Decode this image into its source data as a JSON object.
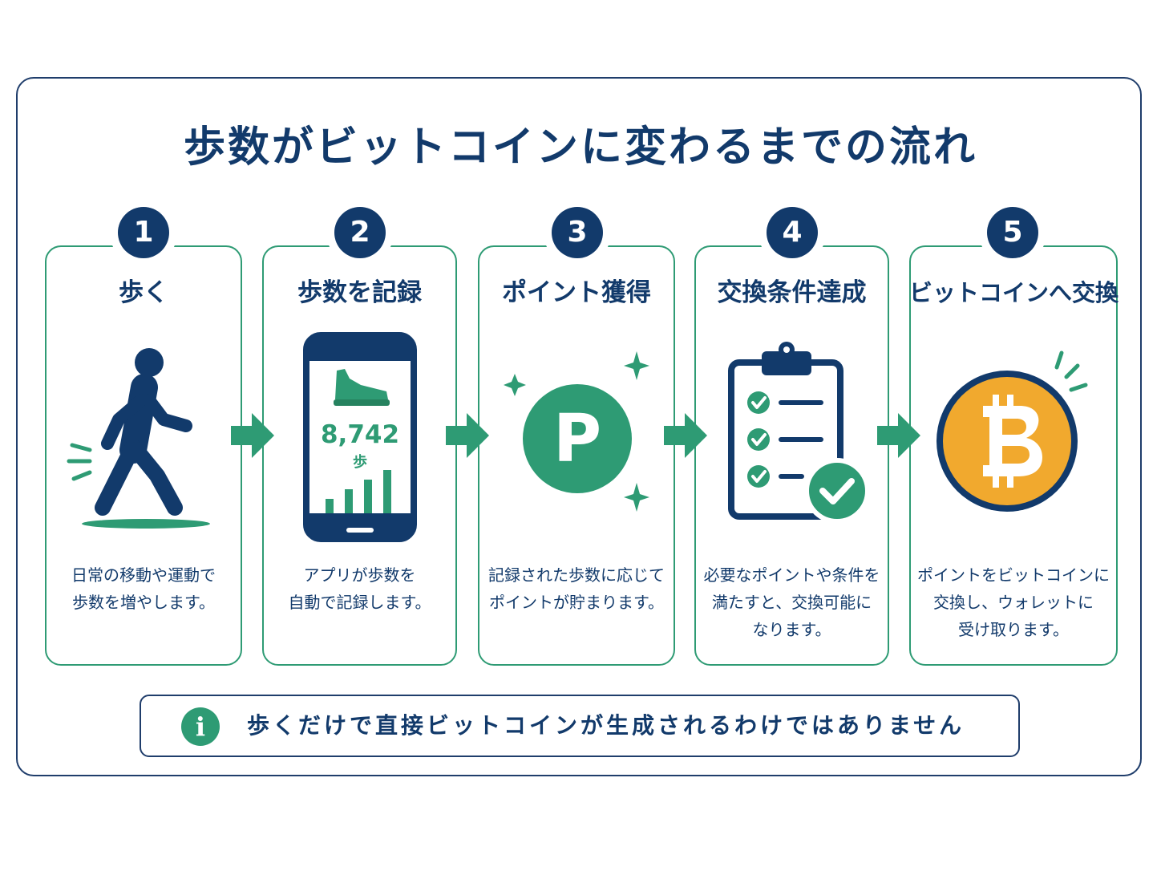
{
  "title": "歩数がビットコインに変わるまでの流れ",
  "steps": [
    {
      "number": "1",
      "title": "歩く",
      "description": "日常の移動や運動で\n歩数を増やします。",
      "icon": "walking-person-icon"
    },
    {
      "number": "2",
      "title": "歩数を記録",
      "description": "アプリが歩数を\n自動で記録します。",
      "icon": "smartphone-step-counter-icon",
      "step_count": "8,742",
      "step_unit": "歩"
    },
    {
      "number": "3",
      "title": "ポイント獲得",
      "description": "記録された歩数に応じて\nポイントが貯まります。",
      "icon": "point-coin-icon",
      "point_letter": "P"
    },
    {
      "number": "4",
      "title": "交換条件達成",
      "description": "必要なポイントや条件を\n満たすと、交換可能に\nなります。",
      "icon": "clipboard-checklist-icon"
    },
    {
      "number": "5",
      "title": "ビットコインへ交換",
      "description": "ポイントをビットコインに\n交換し、ウォレットに\n受け取ります。",
      "icon": "bitcoin-icon"
    }
  ],
  "note": {
    "icon": "info-icon",
    "icon_glyph": "i",
    "text": "歩くだけで直接ビットコインが生成されるわけではありません"
  },
  "colors": {
    "navy": "#123a6b",
    "green": "#2e9b74",
    "bitcoin_orange": "#f1a92e"
  }
}
